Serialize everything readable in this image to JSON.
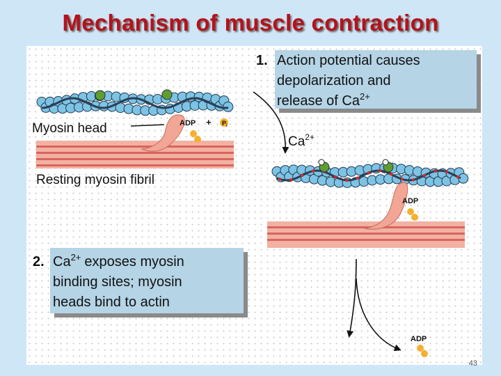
{
  "title": "Mechanism of muscle contraction",
  "page_number": "43",
  "colors": {
    "title": "#b5121b",
    "callout_fill": "#b5d4e6",
    "actin_bead": "#7ec3e4",
    "myosin_fibril": "#f2b1a2",
    "myosin_stripe": "#d9645e",
    "adp": "#f5b031",
    "binding_site": "#5f9e2e"
  },
  "figure": {
    "step1": {
      "number": "1.",
      "lines": [
        "Action potential causes",
        "depolarization and",
        "release of Ca"
      ],
      "superscript": "2+"
    },
    "step2": {
      "number": "2.",
      "lines": [
        "exposes myosin",
        "binding sites; myosin",
        "heads bind to actin"
      ],
      "ion": "Ca",
      "superscript": "2+"
    },
    "labels": {
      "myosin_head": "Myosin head",
      "resting_fibril": "Resting myosin fibril",
      "adp_top": "ADP",
      "plus": "+",
      "pi": "P",
      "pi_sub": "i",
      "ca_ion": "Ca",
      "ca_sup": "2+",
      "adp_mid": "ADP",
      "adp_bottom": "ADP"
    }
  }
}
